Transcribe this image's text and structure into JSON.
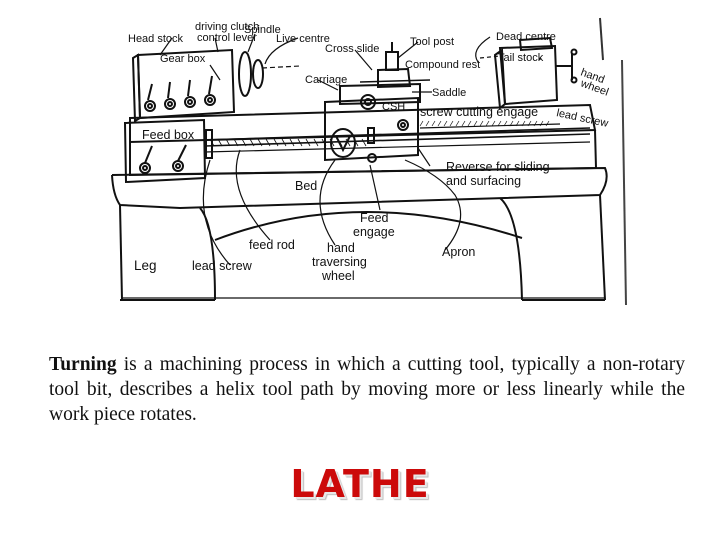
{
  "diagram": {
    "labels": {
      "head_stock": "Head stock",
      "driving_clutch_line1": "driving clutch",
      "driving_clutch_line2": "control lever",
      "spindle": "Spindle",
      "live_centre": "Live centre",
      "cross_slide": "Cross slide",
      "tool_post": "Tool post",
      "dead_centre": "Dead centre",
      "gear_box": "Gear box",
      "tail_stock": "Tail stock",
      "carriage": "Carriage",
      "compound_rest": "Compound rest",
      "hand_wheel_line1": "hand",
      "hand_wheel_line2": "wheel",
      "saddle": "Saddle",
      "csh": "CSH",
      "screw_cutting_engage": "screw cutting engage",
      "lead_screw_top": "lead screw",
      "feed_box": "Feed box",
      "reverse_line1": "Reverse for sliding",
      "reverse_line2": "and surfacing",
      "bed": "Bed",
      "feed_engage_line1": "Feed",
      "feed_engage_line2": "engage",
      "feed_rod": "feed rod",
      "hand_traversing_line1": "hand",
      "hand_traversing_line2": "traversing",
      "hand_traversing_line3": "wheel",
      "apron": "Apron",
      "leg": "Leg",
      "lead_screw_bottom": "lead screw"
    }
  },
  "caption": {
    "term": "Turning",
    "text": " is a machining process in which a cutting tool, typically a non-rotary tool bit, describes a helix tool path by moving more or less linearly while the work piece rotates."
  },
  "title": "LATHE"
}
